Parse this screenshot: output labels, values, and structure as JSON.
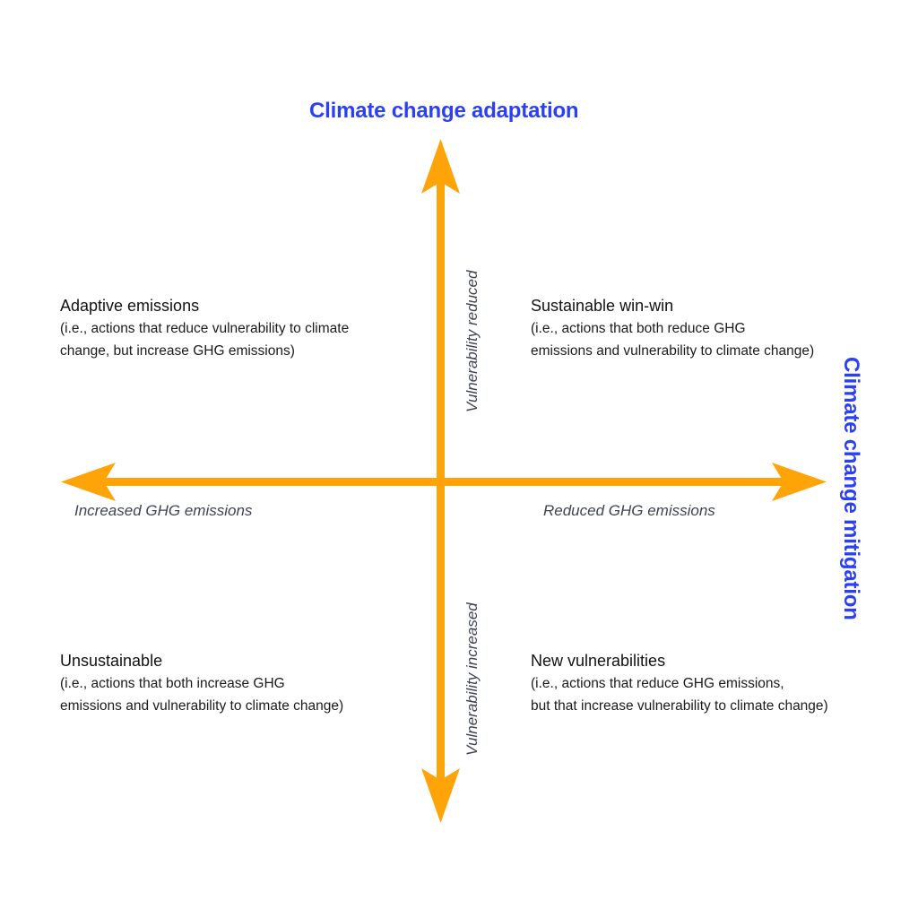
{
  "colors": {
    "arrow_orange": "#FFA408",
    "title_blue": "#2B3FF5",
    "axis_label_gray": "#3F4451",
    "body_text": "#1B1B1B",
    "background": "#FFFFFF"
  },
  "chart_data": {
    "type": "scatter",
    "title": "Climate change adaptation / mitigation quadrant matrix",
    "xlabel": "Climate change mitigation",
    "ylabel": "Climate change adaptation",
    "grid": false,
    "legend": null,
    "axes": {
      "vertical": {
        "title": "Climate change adaptation",
        "positive_direction_label": "Vulnerability reduced",
        "negative_direction_label": "Vulnerability increased",
        "arrowheads": "both"
      },
      "horizontal": {
        "title": "Climate change mitigation",
        "left_label": "Increased GHG emissions",
        "right_label": "Reduced GHG emissions",
        "arrowheads": "both"
      }
    },
    "quadrants": [
      {
        "id": "top-left",
        "heading": "Adaptive emissions",
        "body_lines": [
          "(i.e., actions that reduce vulnerability to climate",
          "change, but increase GHG emissions)"
        ]
      },
      {
        "id": "top-right",
        "heading": "Sustainable win-win",
        "body_lines": [
          "(i.e., actions that both reduce GHG",
          "emissions and vulnerability to climate change)"
        ]
      },
      {
        "id": "bottom-left",
        "heading": "Unsustainable",
        "body_lines": [
          "(i.e., actions that both increase GHG",
          "emissions and vulnerability to climate change)"
        ]
      },
      {
        "id": "bottom-right",
        "heading": "New vulnerabilities",
        "body_lines": [
          "(i.e., actions that reduce GHG emissions,",
          "but that increase vulnerability to climate change)"
        ]
      }
    ]
  },
  "titles": {
    "vertical_axis": "Climate change adaptation",
    "horizontal_axis": "Climate change mitigation"
  },
  "axis_labels": {
    "increased_ghg": "Increased GHG emissions",
    "reduced_ghg": "Reduced GHG emissions",
    "vulnerability_reduced": "Vulnerability reduced",
    "vulnerability_increased": "Vulnerability increased"
  },
  "quadrants": {
    "adaptive_emissions": {
      "heading": "Adaptive emissions",
      "line1": "(i.e., actions that reduce vulnerability to climate",
      "line2": "change, but increase GHG emissions)"
    },
    "sustainable_win_win": {
      "heading": "Sustainable win-win",
      "line1": "(i.e., actions that both reduce GHG",
      "line2": "emissions and vulnerability to climate change)"
    },
    "unsustainable": {
      "heading": "Unsustainable",
      "line1": "(i.e., actions that both increase GHG",
      "line2": "emissions and vulnerability to climate change)"
    },
    "new_vulnerabilities": {
      "heading": "New vulnerabilities",
      "line1": "(i.e., actions that reduce GHG emissions,",
      "line2": "but that increase vulnerability to climate change)"
    }
  }
}
